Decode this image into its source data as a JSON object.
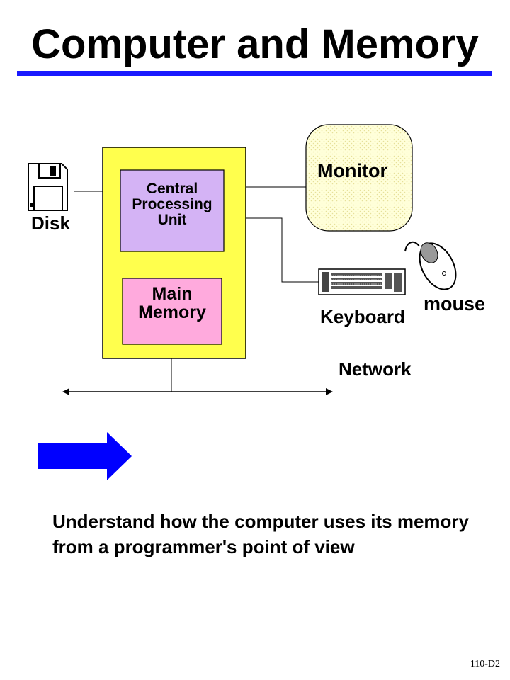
{
  "title": "Computer and Memory",
  "diagram": {
    "cpu": "Central Processing Unit",
    "memory": "Main Memory",
    "disk": "Disk",
    "monitor": "Monitor",
    "keyboard": "Keyboard",
    "mouse": "mouse",
    "network": "Network"
  },
  "body_text": "Understand how the computer uses its memory from a programmer's point of view",
  "footer": "110-D2",
  "colors": {
    "title_rule": "#1a1aff",
    "system_box": "#ffff4d",
    "cpu": "#d4b3f5",
    "memory": "#ffaadd",
    "monitor": "#ffffcc",
    "arrow": "#0000ff"
  }
}
